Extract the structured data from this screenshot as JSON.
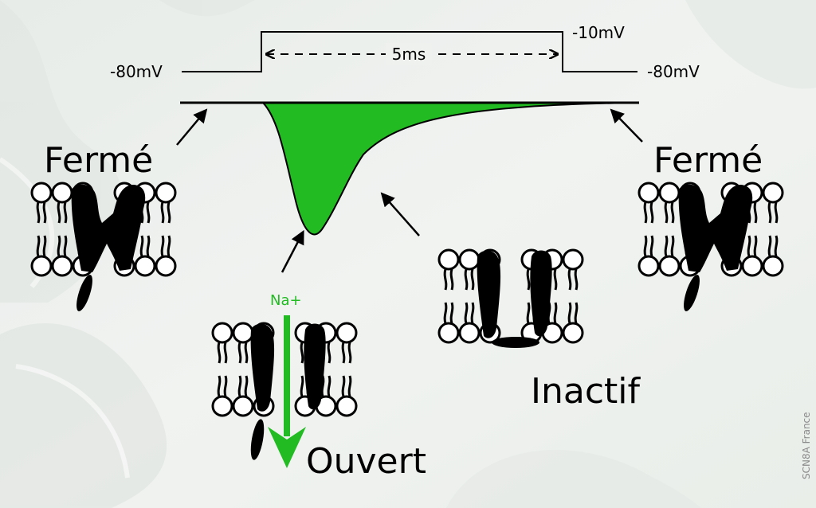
{
  "colors": {
    "background": "#eef1ee",
    "current_fill": "#22bb22",
    "na_arrow": "#22bb22",
    "line": "#000000"
  },
  "voltage_protocol": {
    "holding_left": "-80mV",
    "step": "-10mV",
    "holding_right": "-80mV",
    "duration": "5ms"
  },
  "states": {
    "closed_left": "Fermé",
    "closed_right": "Fermé",
    "open": "Ouvert",
    "inactive": "Inactif"
  },
  "ion": "Na+",
  "credit": "SCN8A France",
  "icons": [
    "membrane-lipid-bilayer",
    "sodium-channel",
    "ion-flow-arrow",
    "pointer-arrow"
  ]
}
